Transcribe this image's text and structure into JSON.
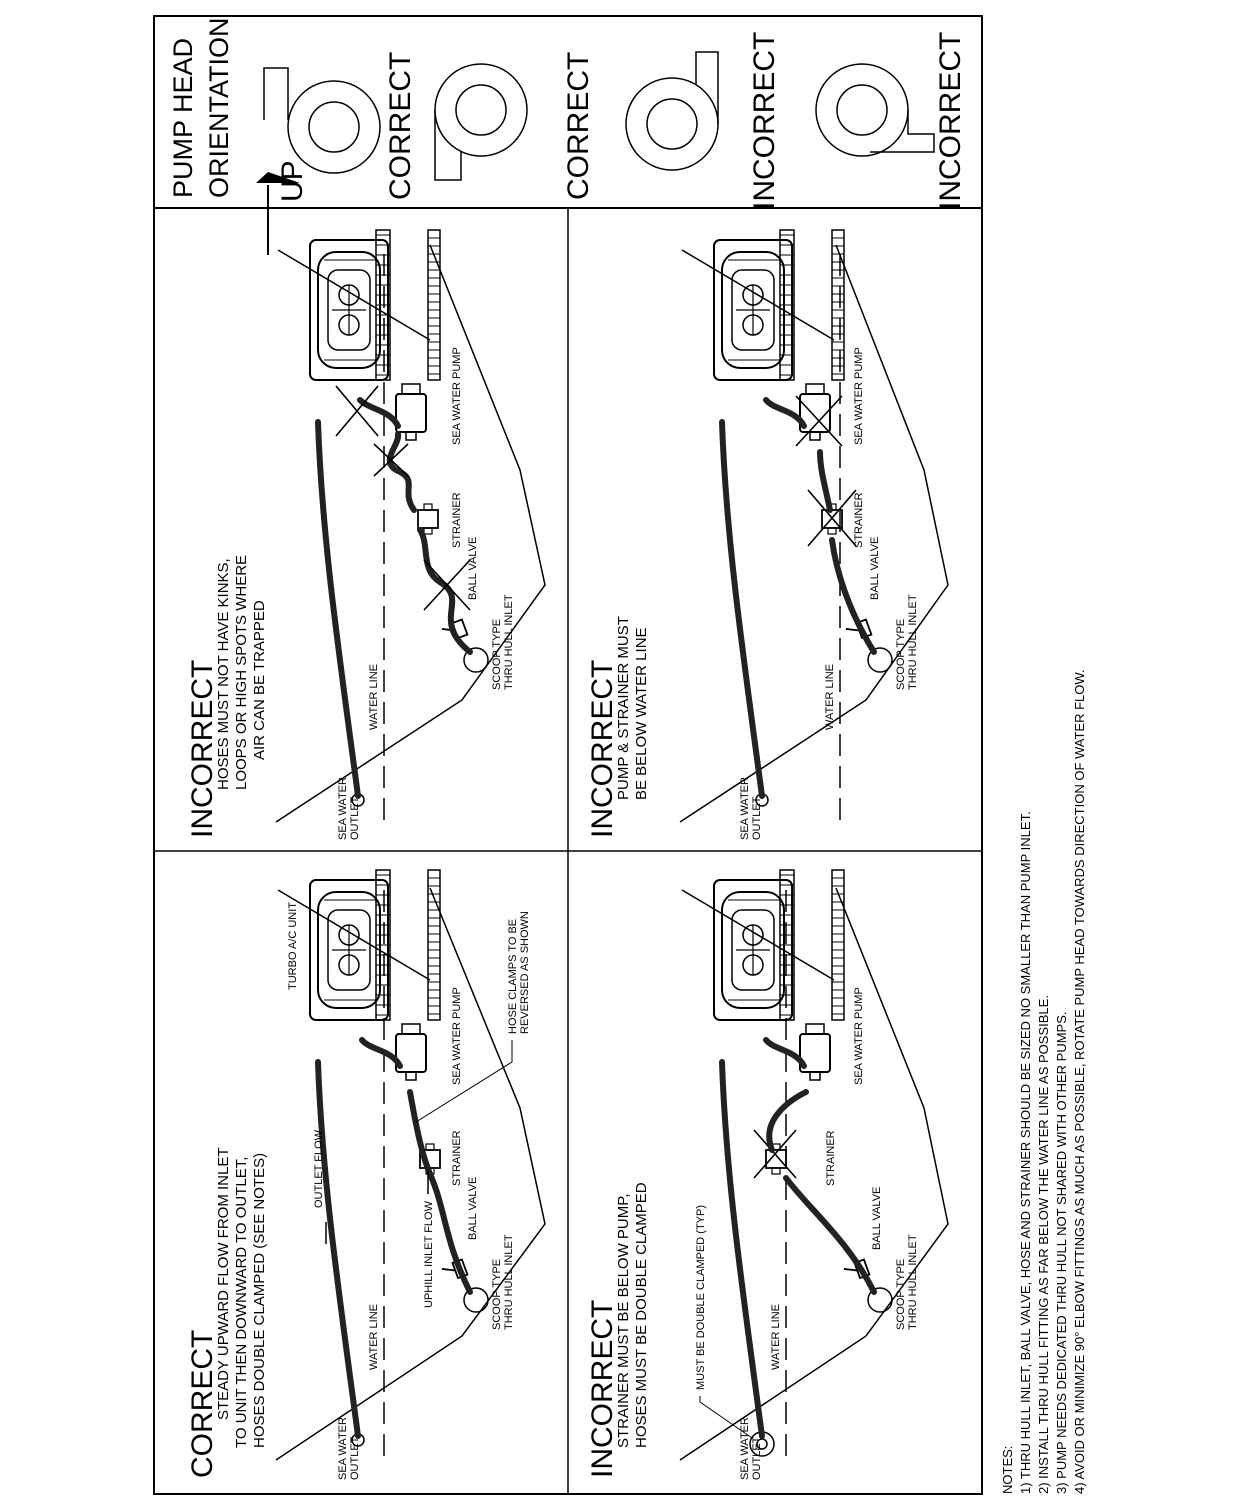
{
  "orientation": {
    "title_lines": [
      "PUMP HEAD",
      "ORIENTATION"
    ],
    "up_label": "UP",
    "labels": [
      "CORRECT",
      "CORRECT",
      "INCORRECT",
      "INCORRECT"
    ]
  },
  "panels": {
    "tl": {
      "title": "CORRECT",
      "sub": [
        "STEADY UPWARD FLOW FROM INLET",
        "TO UNIT THEN DOWNWARD TO OUTLET,",
        "HOSES DOUBLE CLAMPED (SEE NOTES)"
      ],
      "outlet": [
        "SEA WATER",
        "OUTLET"
      ],
      "waterline": "WATER LINE",
      "scoop": [
        "SCOOP TYPE",
        "THRU HULL INLET"
      ],
      "ballvalve": "BALL VALVE",
      "strainer": "STRAINER",
      "pump": "SEA WATER PUMP",
      "unit": "TURBO A/C UNIT",
      "outletflow": "OUTLET FLOW",
      "inletflow": "UPHILL INLET FLOW",
      "clamps": [
        "HOSE CLAMPS TO BE",
        "REVERSED AS SHOWN"
      ]
    },
    "tr": {
      "title": "INCORRECT",
      "sub": [
        "HOSES MUST NOT HAVE KINKS,",
        "LOOPS OR HIGH SPOTS WHERE",
        "AIR CAN BE TRAPPED"
      ],
      "outlet": [
        "SEA WATER",
        "OUTLET"
      ],
      "waterline": "WATER LINE",
      "scoop": [
        "SCOOP TYPE",
        "THRU HULL INLET"
      ],
      "ballvalve": "BALL VALVE",
      "strainer": "STRAINER",
      "pump": "SEA WATER PUMP"
    },
    "bl": {
      "title": "INCORRECT",
      "sub": [
        "STRAINER MUST BE BELOW PUMP,",
        "HOSES MUST BE DOUBLE CLAMPED"
      ],
      "outlet": [
        "SEA WATER",
        "OUTLET"
      ],
      "waterline": "WATER LINE",
      "scoop": [
        "SCOOP TYPE",
        "THRU HULL INLET"
      ],
      "ballvalve": "BALL VALVE",
      "strainer": "STRAINER",
      "pump": "SEA WATER PUMP",
      "clamp_note": "MUST BE DOUBLE CLAMPED (TYP)"
    },
    "br": {
      "title": "INCORRECT",
      "sub": [
        "PUMP & STRAINER MUST",
        "BE BELOW WATER LINE"
      ],
      "outlet": [
        "SEA WATER",
        "OUTLET"
      ],
      "waterline": "WATER LINE",
      "scoop": [
        "SCOOP TYPE",
        "THRU HULL INLET"
      ],
      "ballvalve": "BALL VALVE",
      "strainer": "STRAINER",
      "pump": "SEA WATER PUMP"
    }
  },
  "notes": {
    "heading": "NOTES:",
    "items": [
      "1) THRU HULL INLET, BALL VALVE, HOSE AND STRAINER SHOULD BE SIZED NO SMALLER THAN PUMP INLET.",
      "2) INSTALL THRU HULL FITTING AS FAR BELOW THE WATER LINE AS POSSIBLE.",
      "3) PUMP NEEDS DEDICATED THRU HULL NOT SHARED WITH OTHER PUMPS.",
      "4) AVOID OR MINIMIZE 90° ELBOW FITTINGS AS MUCH AS POSSIBLE, ROTATE PUMP HEAD TOWARDS DIRECTION OF WATER FLOW."
    ]
  }
}
